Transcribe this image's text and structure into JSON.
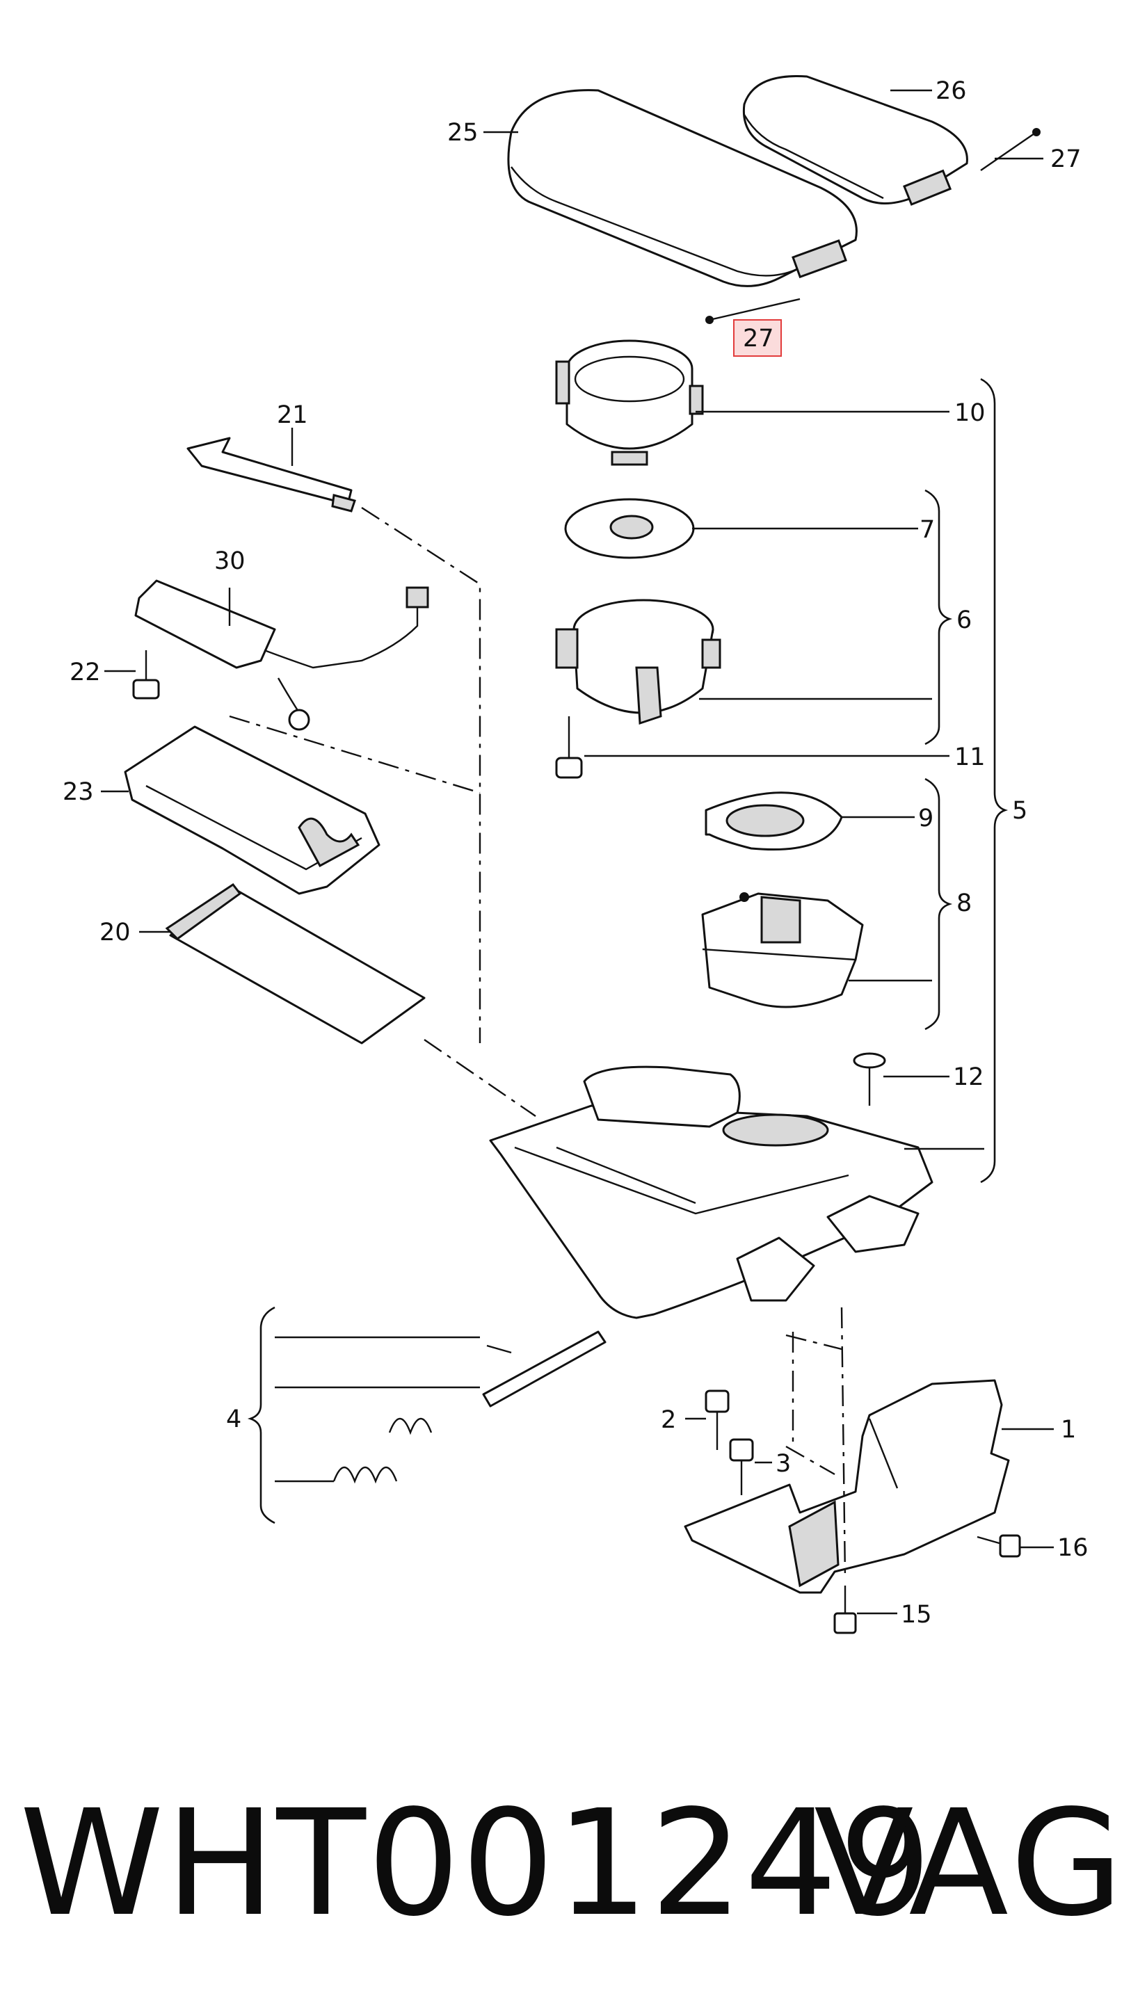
{
  "callouts": {
    "c1": "1",
    "c2": "2",
    "c3": "3",
    "c4": "4",
    "c5": "5",
    "c6": "6",
    "c7": "7",
    "c8": "8",
    "c9": "9",
    "c10": "10",
    "c11": "11",
    "c12": "12",
    "c15": "15",
    "c16": "16",
    "c20": "20",
    "c21": "21",
    "c22": "22",
    "c23": "23",
    "c25": "25",
    "c26": "26",
    "c27a": "27",
    "c27b": "27",
    "c30": "30"
  },
  "highlighted_callout": "27",
  "highlight_color": "#e23c3c",
  "caption": {
    "part_number": "WHT001249",
    "brand": "VAG"
  }
}
